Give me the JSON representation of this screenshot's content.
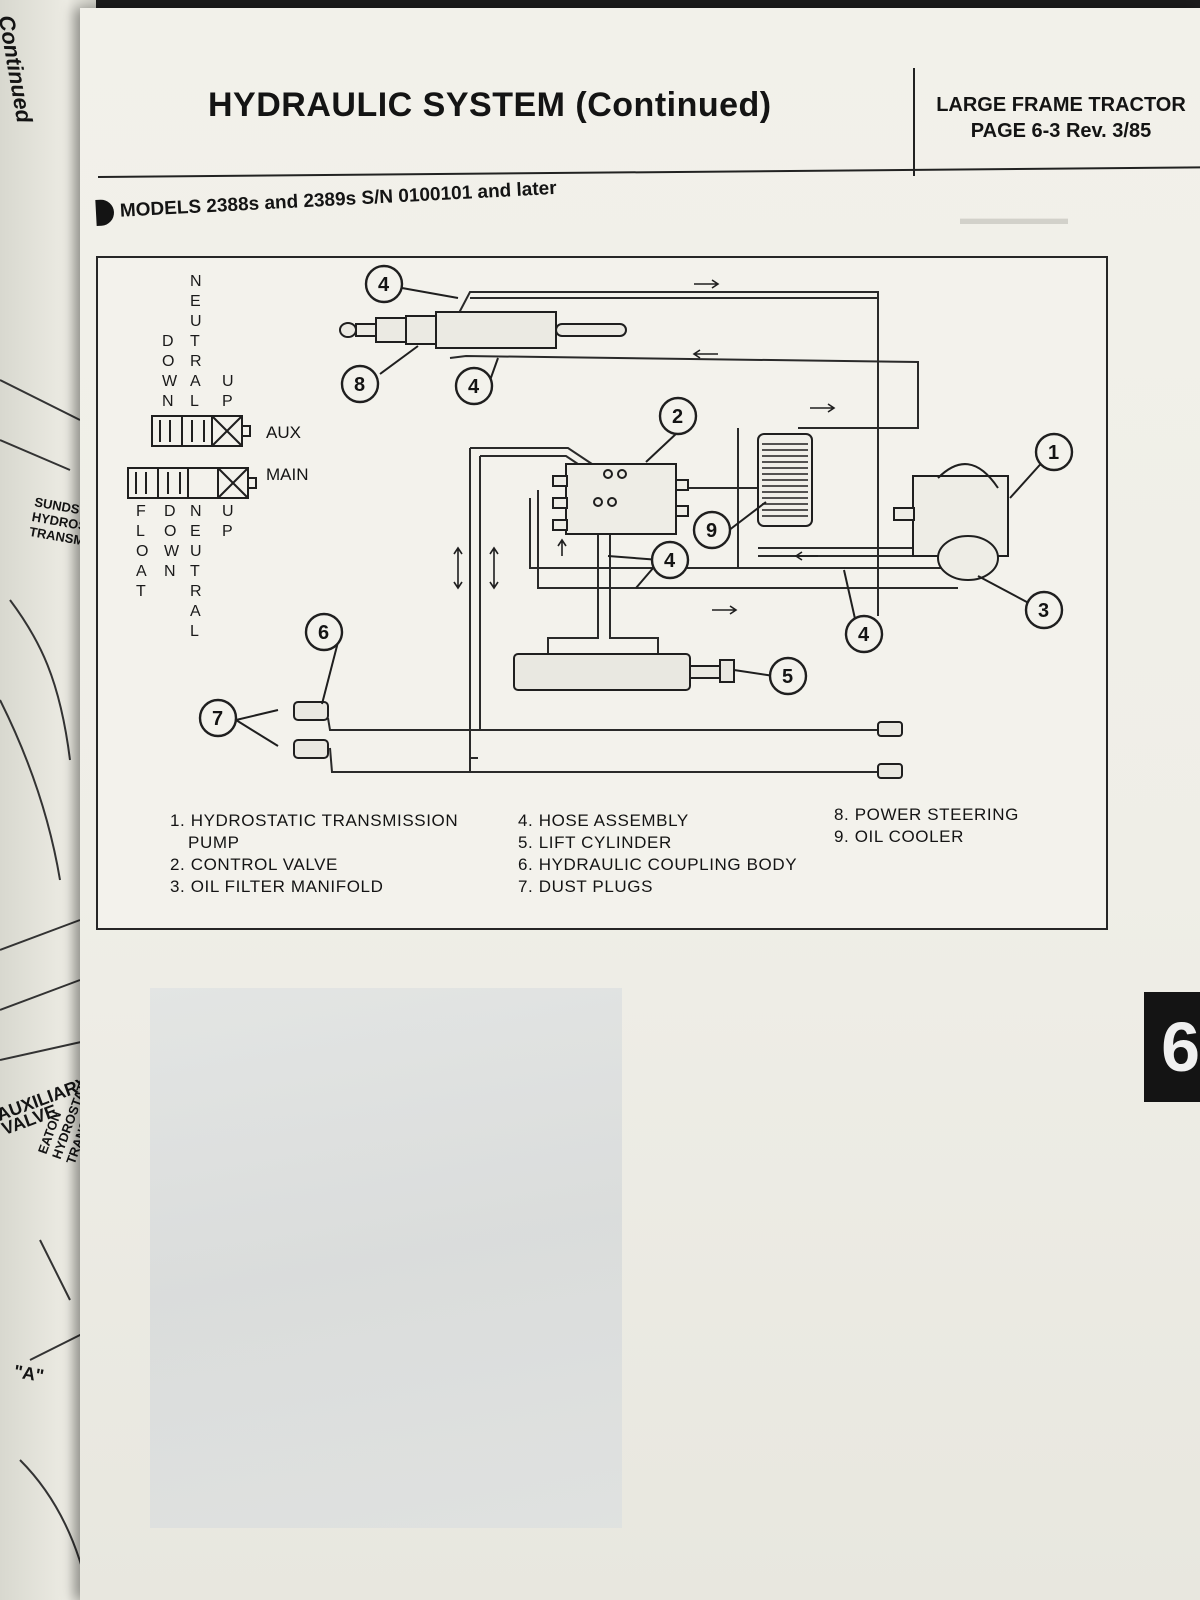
{
  "header": {
    "title": "HYDRAULIC SYSTEM (Continued)",
    "line1": "LARGE FRAME TRACTOR",
    "line2": "PAGE 6-3 Rev. 3/85"
  },
  "models_heading": "MODELS 2388s and 2389s S/N 0100101 and later",
  "valve_labels": {
    "aux": "AUX",
    "main": "MAIN",
    "aux_positions": [
      "DOWN",
      "NEUTRAL",
      "UP"
    ],
    "main_positions": [
      "FLOAT",
      "DOWN",
      "NEUTRAL",
      "UP"
    ]
  },
  "callouts": [
    "1",
    "2",
    "3",
    "4",
    "5",
    "6",
    "7",
    "8",
    "9",
    "4",
    "4",
    "4"
  ],
  "legend": {
    "col1": [
      "1. HYDROSTATIC TRANSMISSION",
      "PUMP",
      "2. CONTROL VALVE",
      "3. OIL FILTER MANIFOLD"
    ],
    "col2": [
      "4. HOSE ASSEMBLY",
      "5. LIFT CYLINDER",
      "6. HYDRAULIC COUPLING BODY",
      "7. DUST PLUGS"
    ],
    "col3": [
      "8.  POWER  STEERING",
      "9.  OIL  COOLER"
    ]
  },
  "section_tab": "6",
  "left_page_labels": {
    "continued": "Continued",
    "sundstrand": [
      "SUNDSTRAND",
      "HYDROSTATIC",
      "TRANSMISSION"
    ],
    "auxiliary": [
      "AUXILIARY",
      "VALVE"
    ],
    "eaton": [
      "EATON",
      "HYDROSTATIC",
      "TRANSMISSION"
    ],
    "a_label": "\"A\""
  },
  "colors": {
    "ink": "#141414",
    "paper": "#f2f1ea"
  }
}
